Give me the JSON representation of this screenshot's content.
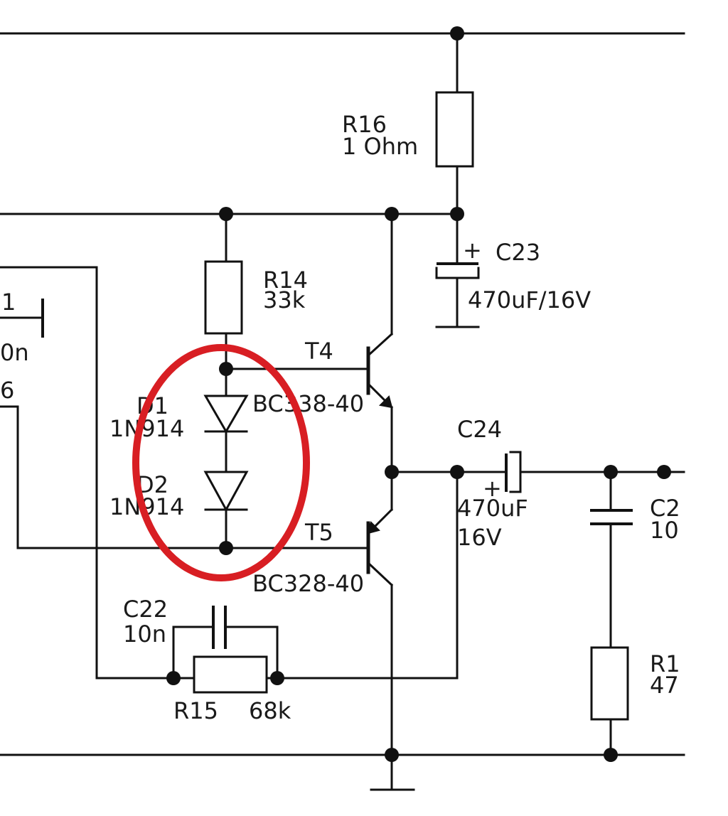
{
  "colors": {
    "wire": "#111111",
    "highlight": "#d81e23",
    "background": "#ffffff"
  },
  "labels": {
    "r16_name": "R16",
    "r16_value": "1 Ohm",
    "r14_name": "R14",
    "r14_value": "33k",
    "c23_name": "C23",
    "c23_plus": "+",
    "c23_value": "470uF/16V",
    "t4_name": "T4",
    "t4_type": "BC338-40",
    "t5_name": "T5",
    "t5_type": "BC328-40",
    "d1_name": "D1",
    "d1_type": "1N914",
    "d2_name": "D2",
    "d2_type": "1N914",
    "c24_name": "C24",
    "c24_plus": "+",
    "c24_value": "470uF",
    "c24_voltage": "16V",
    "c22_name": "C22",
    "c22_value": "10n",
    "r15_name": "R15",
    "r15_value": "68k",
    "c25_name": "C2",
    "c25_value": "10",
    "r17_name": "R1",
    "r17_value": "47",
    "left_frag_1": "1",
    "left_frag_2": "0n",
    "left_frag_3": "6"
  }
}
